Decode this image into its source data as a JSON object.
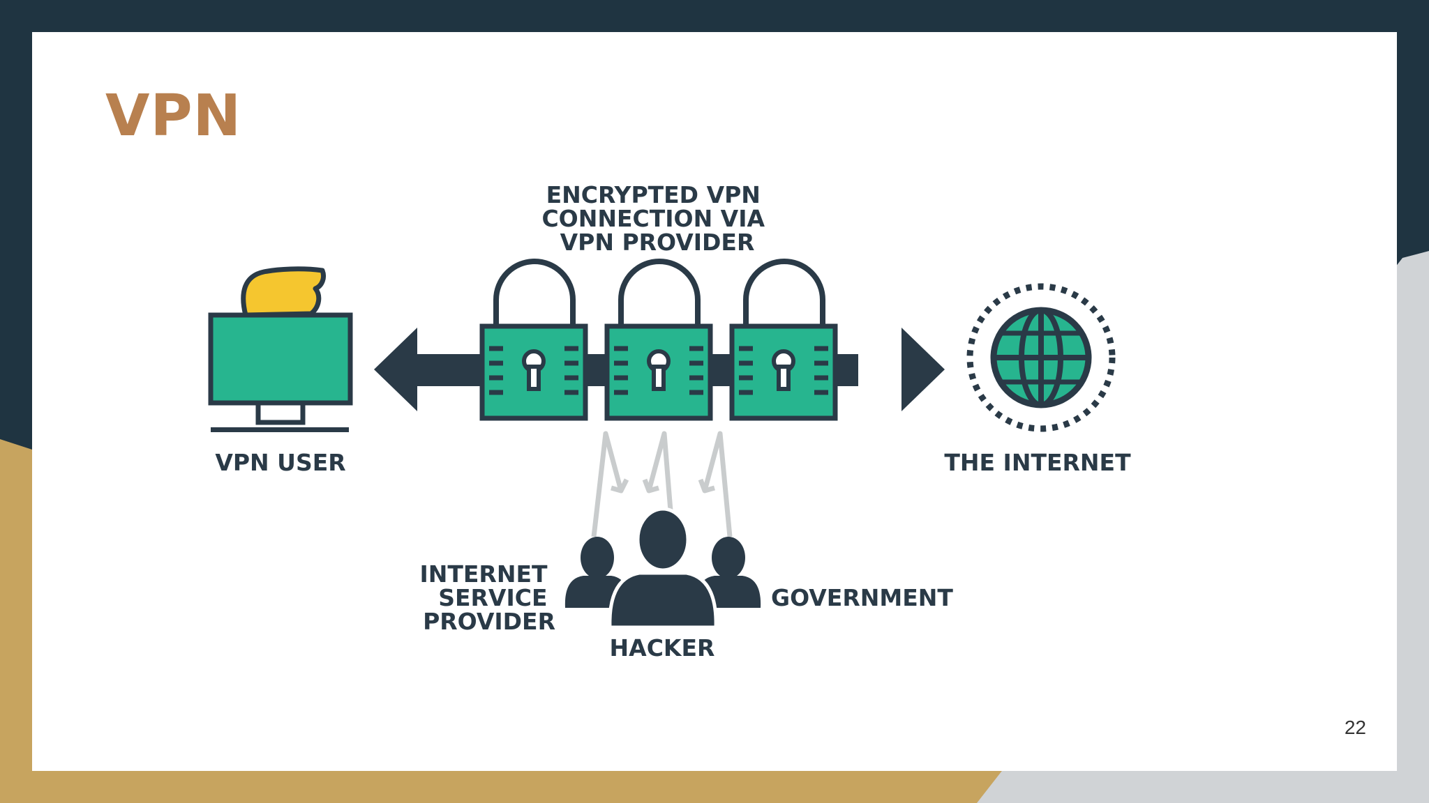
{
  "slide": {
    "title": "VPN",
    "page_number": "22"
  },
  "diagram": {
    "center_label_lines": [
      "ENCRYPTED VPN",
      "CONNECTION VIA",
      "VPN PROVIDER"
    ],
    "left_label": "VPN USER",
    "right_label": "THE INTERNET",
    "isp_label_lines": [
      "INTERNET",
      "SERVICE",
      "PROVIDER"
    ],
    "hacker_label": "HACKER",
    "government_label": "GOVERNMENT"
  },
  "colors": {
    "navy": "#1f3441",
    "gold": "#c7a45f",
    "title_brown": "#b8804f",
    "teal": "#27b58f",
    "dark": "#2a3a47",
    "yellow": "#f5c62f",
    "arrow_gray": "#c9cccd"
  },
  "icons": [
    "monitor-icon",
    "lock-icon",
    "globe-icon",
    "person-icon",
    "double-arrow-icon"
  ]
}
